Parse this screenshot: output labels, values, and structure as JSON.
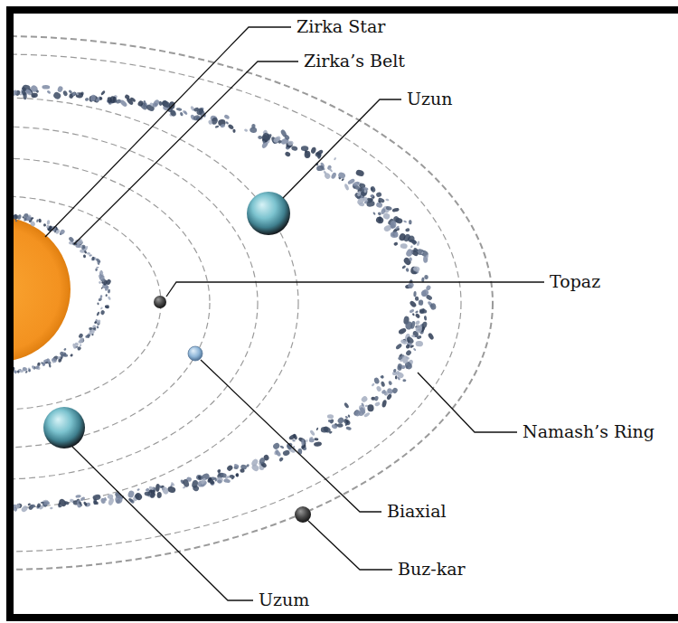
{
  "diagram": {
    "labels": [
      "Zirka Star",
      "Zirka’s Belt",
      "Uzun",
      "Topaz",
      "Namash’s Ring",
      "Biaxial",
      "Buz-kar",
      "Uzum"
    ]
  }
}
